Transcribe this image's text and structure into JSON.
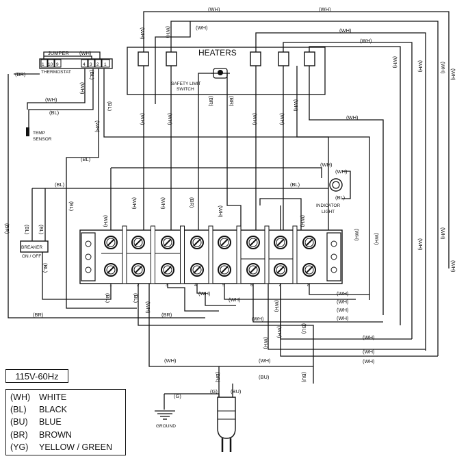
{
  "labels": {
    "heaters": "HEATERS",
    "jumper": "JUMPER",
    "jumper_wire": "(WH)",
    "thermostat": "THERMOSTAT",
    "thermostat_terminals": [
      "1",
      "10",
      "9",
      "4",
      "3",
      "2",
      "1"
    ],
    "temp_sensor": [
      "TEMP",
      "SENSOR"
    ],
    "safety_switch": [
      "SAFETY LIMIT",
      "SWITCH"
    ],
    "indicator": [
      "INDICATOR",
      "LIGHT"
    ],
    "breaker": [
      "BREAKER",
      "ON / OFF"
    ],
    "ground": "GROUND",
    "terminal_numbers": [
      "1",
      "2",
      "3",
      "4",
      "5",
      "6",
      "7",
      "8"
    ]
  },
  "wire_tags": {
    "wh": "(WH)",
    "bl": "(BL)",
    "br": "(BR)",
    "bu": "(BU)",
    "g": "(G)"
  },
  "voltage": "115V-60Hz",
  "legend": [
    {
      "code": "(WH)",
      "name": "WHITE"
    },
    {
      "code": "(BL)",
      "name": "BLACK"
    },
    {
      "code": "(BU)",
      "name": "BLUE"
    },
    {
      "code": "(BR)",
      "name": "BROWN"
    },
    {
      "code": "(YG)",
      "name": "YELLOW / GREEN"
    }
  ]
}
